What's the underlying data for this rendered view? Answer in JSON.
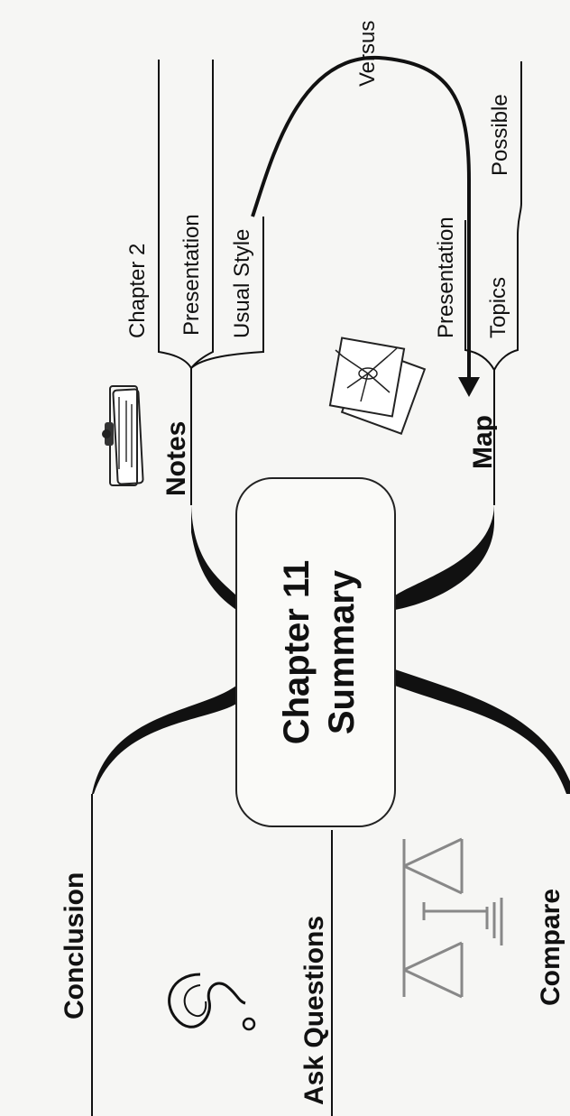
{
  "center": {
    "line1": "Chapter  11",
    "line2": "Summary"
  },
  "branches": {
    "notes": {
      "label": "Notes",
      "subitems": [
        "Chapter 2",
        "Presentation",
        "Usual Style"
      ]
    },
    "map": {
      "label": "Map",
      "subitems": [
        "Presentation",
        "Topics",
        "Possible"
      ]
    },
    "connector": {
      "label": "Versus"
    },
    "conclusion": {
      "label": "Conclusion"
    },
    "ask_questions": {
      "label": "Ask Questions"
    },
    "compare": {
      "label": "Compare"
    }
  },
  "icons": [
    "clipboard-icon",
    "mind-map-papers-icon",
    "question-mark-icon",
    "balance-scale-icon"
  ]
}
